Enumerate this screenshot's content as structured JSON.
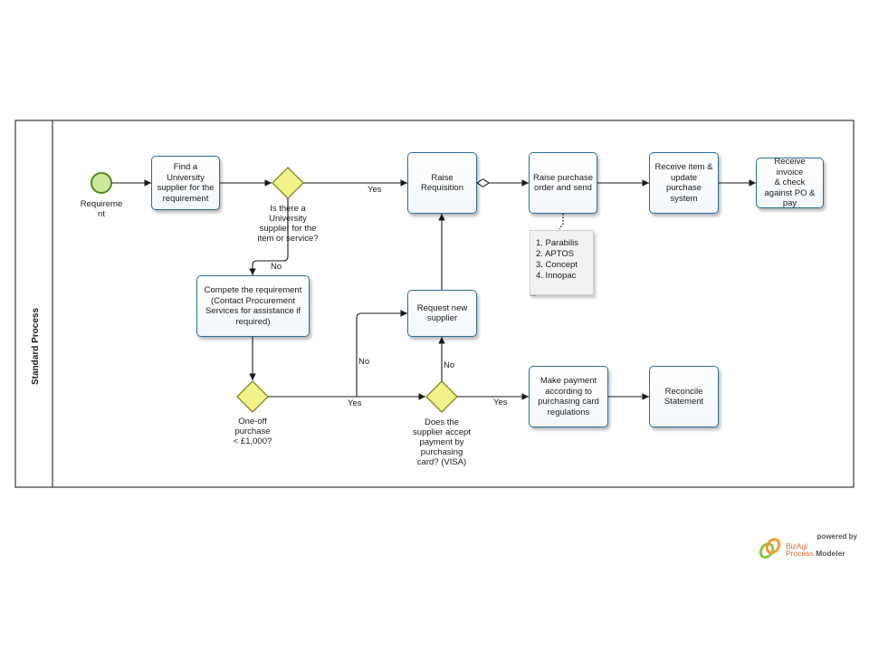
{
  "pool": {
    "title": "Standard Process"
  },
  "start_event": {
    "label": "Requireme\nnt"
  },
  "tasks": {
    "find_supplier": "Find a\nUniversity\nsupplier for the\nrequirement",
    "raise_requisition": "Raise\nRequisition",
    "raise_po": "Raise purchase\norder and send",
    "receive_item": "Receive item &\nupdate\npurchase\nsystem",
    "receive_invoice": "Receive invoice\n& check\nagainst PO &\npay",
    "compete": "Compete the requirement\n(Contact Procurement\nServices for assistance if\nrequired)",
    "request_supplier": "Request new\nsupplier",
    "make_payment": "Make payment\naccording to\npurchasing card\nregulations",
    "reconcile": "Reconcile\nStatement"
  },
  "gateways": {
    "university_supplier": "Is there a\nUniversity\nsupplier for the\nitem or service?",
    "one_off": "One-off\npurchase\n< £1,000?",
    "accept_card": "Does the\nsupplier accept\npayment by\npurchasing\ncard? (VISA)"
  },
  "edge_labels": {
    "yes_top": "Yes",
    "no_left": "No",
    "no_mid": "No",
    "yes_bottom": "Yes",
    "no_up": "No",
    "yes_right": "Yes"
  },
  "annotation": {
    "items": [
      "1. Parabilis",
      "2. APTOS",
      "3. Concept",
      "4. Innopac"
    ]
  },
  "branding": {
    "powered_by": "powered by",
    "product_name": "BizAgi",
    "product_suffix_1": "Process",
    "product_suffix_2": "Modeler"
  },
  "colors": {
    "task_border": "#2e6e98",
    "start_fill": "#cde89a",
    "start_stroke": "#4d8a1e",
    "gateway_fill": "#f2f28a",
    "gateway_stroke": "#8a8a2a",
    "brand_orange": "#e06a2c"
  }
}
